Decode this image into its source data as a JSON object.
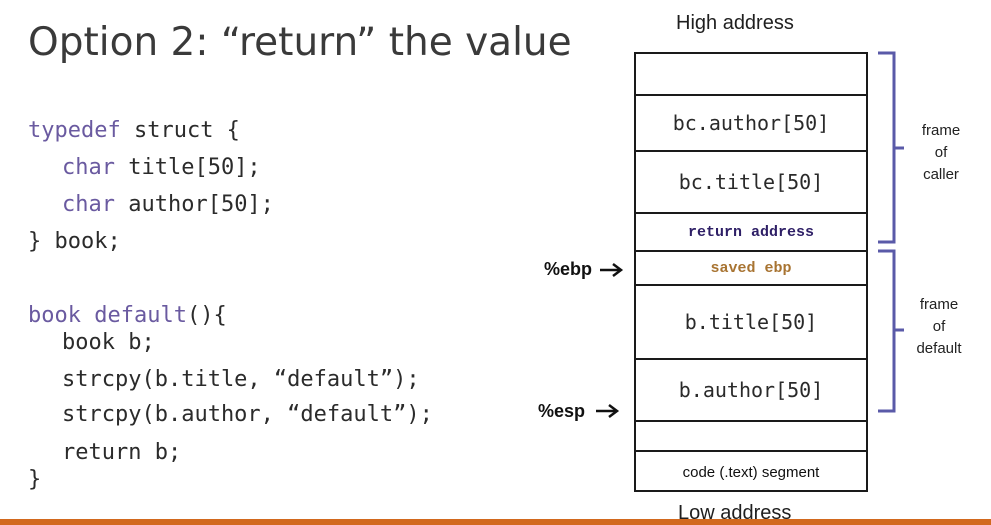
{
  "title": "Option 2: “return” the value",
  "code": {
    "struct": {
      "l1_kw": "typedef",
      "l1_rest": " struct {",
      "l2_kw": "char",
      "l2_rest": " title[50];",
      "l3_kw": "char",
      "l3_rest": " author[50];",
      "l4": "} book;"
    },
    "func": {
      "l1_kw1": "book",
      "l1_sp": " ",
      "l1_kw2": "default",
      "l1_rest": "(){",
      "l2": "book b;",
      "l3": "strcpy(b.title, “default”);",
      "l4": "strcpy(b.author, “default”);",
      "l5": "return b;",
      "l6": "}"
    }
  },
  "stack": {
    "high_label": "High address",
    "low_label": "Low address",
    "cells": {
      "bc_author": "bc.author[50]",
      "bc_title": "bc.title[50]",
      "return_address": "return address",
      "saved_ebp": "saved ebp",
      "b_title": "b.title[50]",
      "b_author": "b.author[50]",
      "code_segment": "code (.text) segment"
    },
    "pointers": {
      "ebp": "%ebp",
      "esp": "%esp"
    },
    "frames": {
      "caller": [
        "frame",
        "of",
        "caller"
      ],
      "default": [
        "frame",
        "of",
        "default"
      ]
    }
  },
  "colors": {
    "keyword": "#6a5aa0",
    "bracket": "#5a5aa8",
    "return_address": "#2e1f66",
    "saved_ebp": "#a87432",
    "bottom_bar": "#d2691e"
  }
}
